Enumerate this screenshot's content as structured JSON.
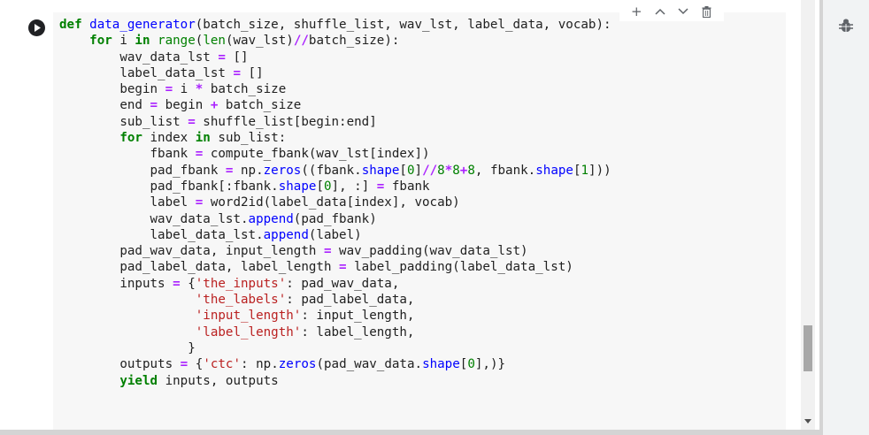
{
  "cell_toolbar": {
    "add_label": "+",
    "up_label": "^",
    "down_label": "v",
    "delete_icon": "trash-icon"
  },
  "run_button_icon": "play-circle-icon",
  "side_panel_icon": "bug-icon",
  "code": {
    "language": "python",
    "lines": [
      "def data_generator(batch_size, shuffle_list, wav_lst, label_data, vocab):",
      "    for i in range(len(wav_lst)//batch_size):",
      "        wav_data_lst = []",
      "        label_data_lst = []",
      "        begin = i * batch_size",
      "        end = begin + batch_size",
      "        sub_list = shuffle_list[begin:end]",
      "        for index in sub_list:",
      "            fbank = compute_fbank(wav_lst[index])",
      "            pad_fbank = np.zeros((fbank.shape[0]//8*8+8, fbank.shape[1]))",
      "            pad_fbank[:fbank.shape[0], :] = fbank",
      "            label = word2id(label_data[index], vocab)",
      "            wav_data_lst.append(pad_fbank)",
      "            label_data_lst.append(label)",
      "        pad_wav_data, input_length = wav_padding(wav_data_lst)",
      "        pad_label_data, label_length = label_padding(label_data_lst)",
      "        inputs = {'the_inputs': pad_wav_data,",
      "                  'the_labels': pad_label_data,",
      "                  'input_length': input_length,",
      "                  'label_length': label_length,",
      "                 }",
      "        outputs = {'ctc': np.zeros(pad_wav_data.shape[0],)}",
      "        yield inputs, outputs"
    ]
  },
  "colors": {
    "keyword": "#008000",
    "function_name": "#0000ff",
    "operator": "#aa22ff",
    "string": "#ba2121",
    "text": "#212121",
    "cell_background": "#f7f7f7"
  }
}
